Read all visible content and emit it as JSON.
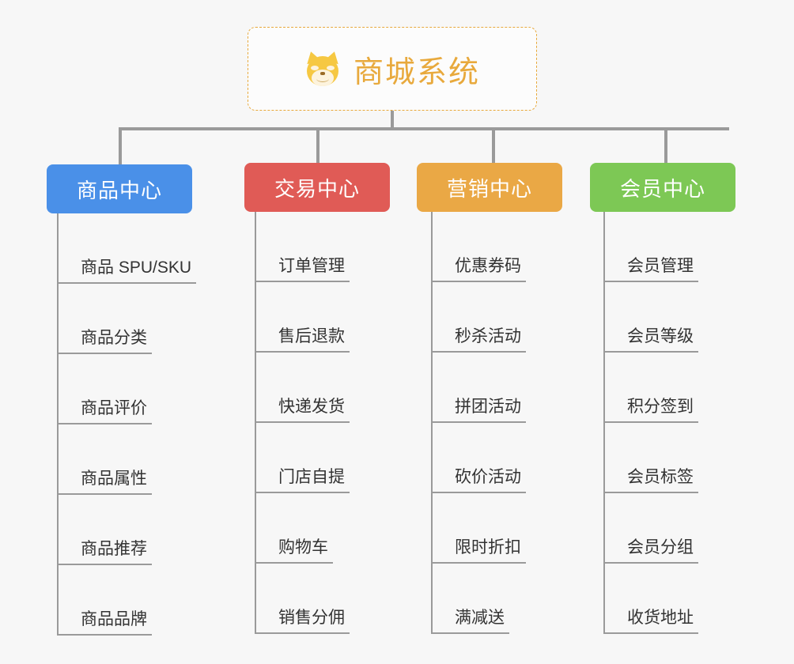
{
  "diagram": {
    "type": "mind-map",
    "background_color": "#f7f7f7",
    "connector_color": "#9a9a9a"
  },
  "root": {
    "title": "商城系统",
    "icon": "shiba-dog-emoji",
    "icon_glyph": "🐶",
    "text_color": "#e8a93c",
    "border_color": "#e8a93c",
    "border_style": "dashed",
    "background_color": "#fcfcfc"
  },
  "categories": [
    {
      "label": "商品中心",
      "color": "#4a90e8",
      "text_color": "#ffffff",
      "items": [
        {
          "label": "商品 SPU/SKU"
        },
        {
          "label": "商品分类"
        },
        {
          "label": "商品评价"
        },
        {
          "label": "商品属性"
        },
        {
          "label": "商品推荐"
        },
        {
          "label": "商品品牌"
        }
      ]
    },
    {
      "label": "交易中心",
      "color": "#e05b56",
      "text_color": "#ffffff",
      "items": [
        {
          "label": "订单管理"
        },
        {
          "label": "售后退款"
        },
        {
          "label": "快递发货"
        },
        {
          "label": "门店自提"
        },
        {
          "label": "购物车"
        },
        {
          "label": "销售分佣"
        }
      ]
    },
    {
      "label": "营销中心",
      "color": "#eaa845",
      "text_color": "#ffffff",
      "items": [
        {
          "label": "优惠券码"
        },
        {
          "label": "秒杀活动"
        },
        {
          "label": "拼团活动"
        },
        {
          "label": "砍价活动"
        },
        {
          "label": "限时折扣"
        },
        {
          "label": "满减送"
        }
      ]
    },
    {
      "label": "会员中心",
      "color": "#7dc855",
      "text_color": "#ffffff",
      "items": [
        {
          "label": "会员管理"
        },
        {
          "label": "会员等级"
        },
        {
          "label": "积分签到"
        },
        {
          "label": "会员标签"
        },
        {
          "label": "会员分组"
        },
        {
          "label": "收货地址"
        }
      ]
    }
  ]
}
